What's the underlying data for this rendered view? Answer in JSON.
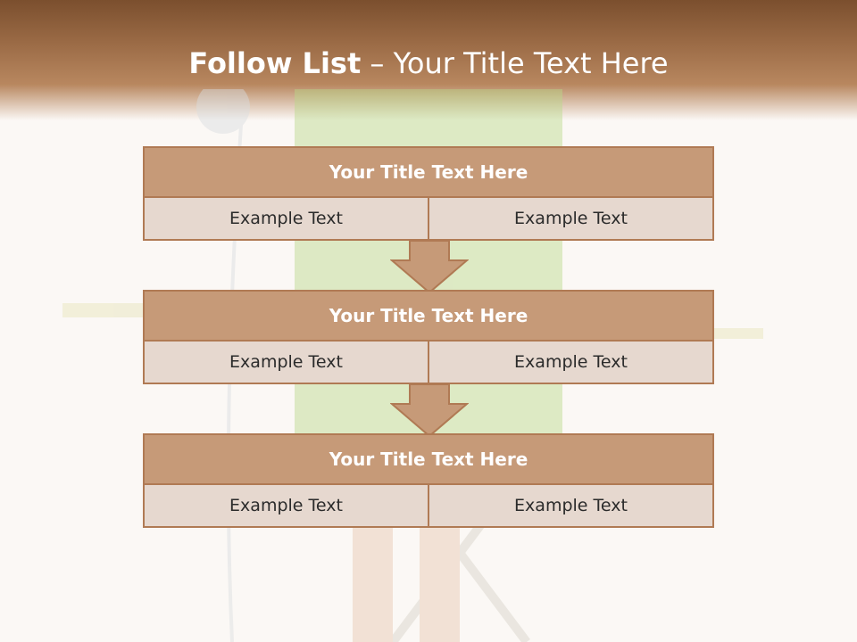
{
  "slide": {
    "title_bold": "Follow List",
    "title_rest": " – Your Title Text Here"
  },
  "blocks": [
    {
      "title": "Your Title Text Here",
      "left": "Example Text",
      "right": "Example Text"
    },
    {
      "title": "Your Title Text Here",
      "left": "Example Text",
      "right": "Example Text"
    },
    {
      "title": "Your Title Text Here",
      "left": "Example Text",
      "right": "Example Text"
    }
  ],
  "colors": {
    "banner": "#9a6a45",
    "header_fill": "#c69a78",
    "cell_fill": "#e6d8cf",
    "border": "#b07a54"
  }
}
